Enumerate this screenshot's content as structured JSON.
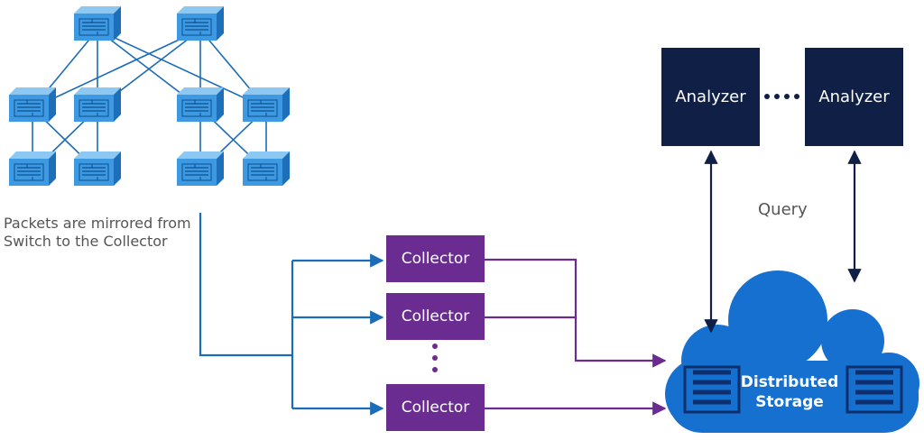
{
  "note": {
    "line1": "Packets are mirrored from",
    "line2": "Switch to the Collector"
  },
  "analyzers": [
    {
      "label": "Analyzer"
    },
    {
      "label": "Analyzer"
    }
  ],
  "collectors": [
    {
      "label": "Collector"
    },
    {
      "label": "Collector"
    },
    {
      "label": "Collector"
    }
  ],
  "query_label": "Query",
  "storage": {
    "line1": "Distributed",
    "line2": "Storage"
  },
  "colors": {
    "switch_face": "#3d9ae2",
    "switch_link": "#1b6cb8",
    "collector": "#6a2c91",
    "analyzer": "#0f1f45",
    "storage_cloud": "#1670cf"
  },
  "icons": {
    "switch": "network-switch-icon",
    "storage": "storage-rack-icon"
  }
}
